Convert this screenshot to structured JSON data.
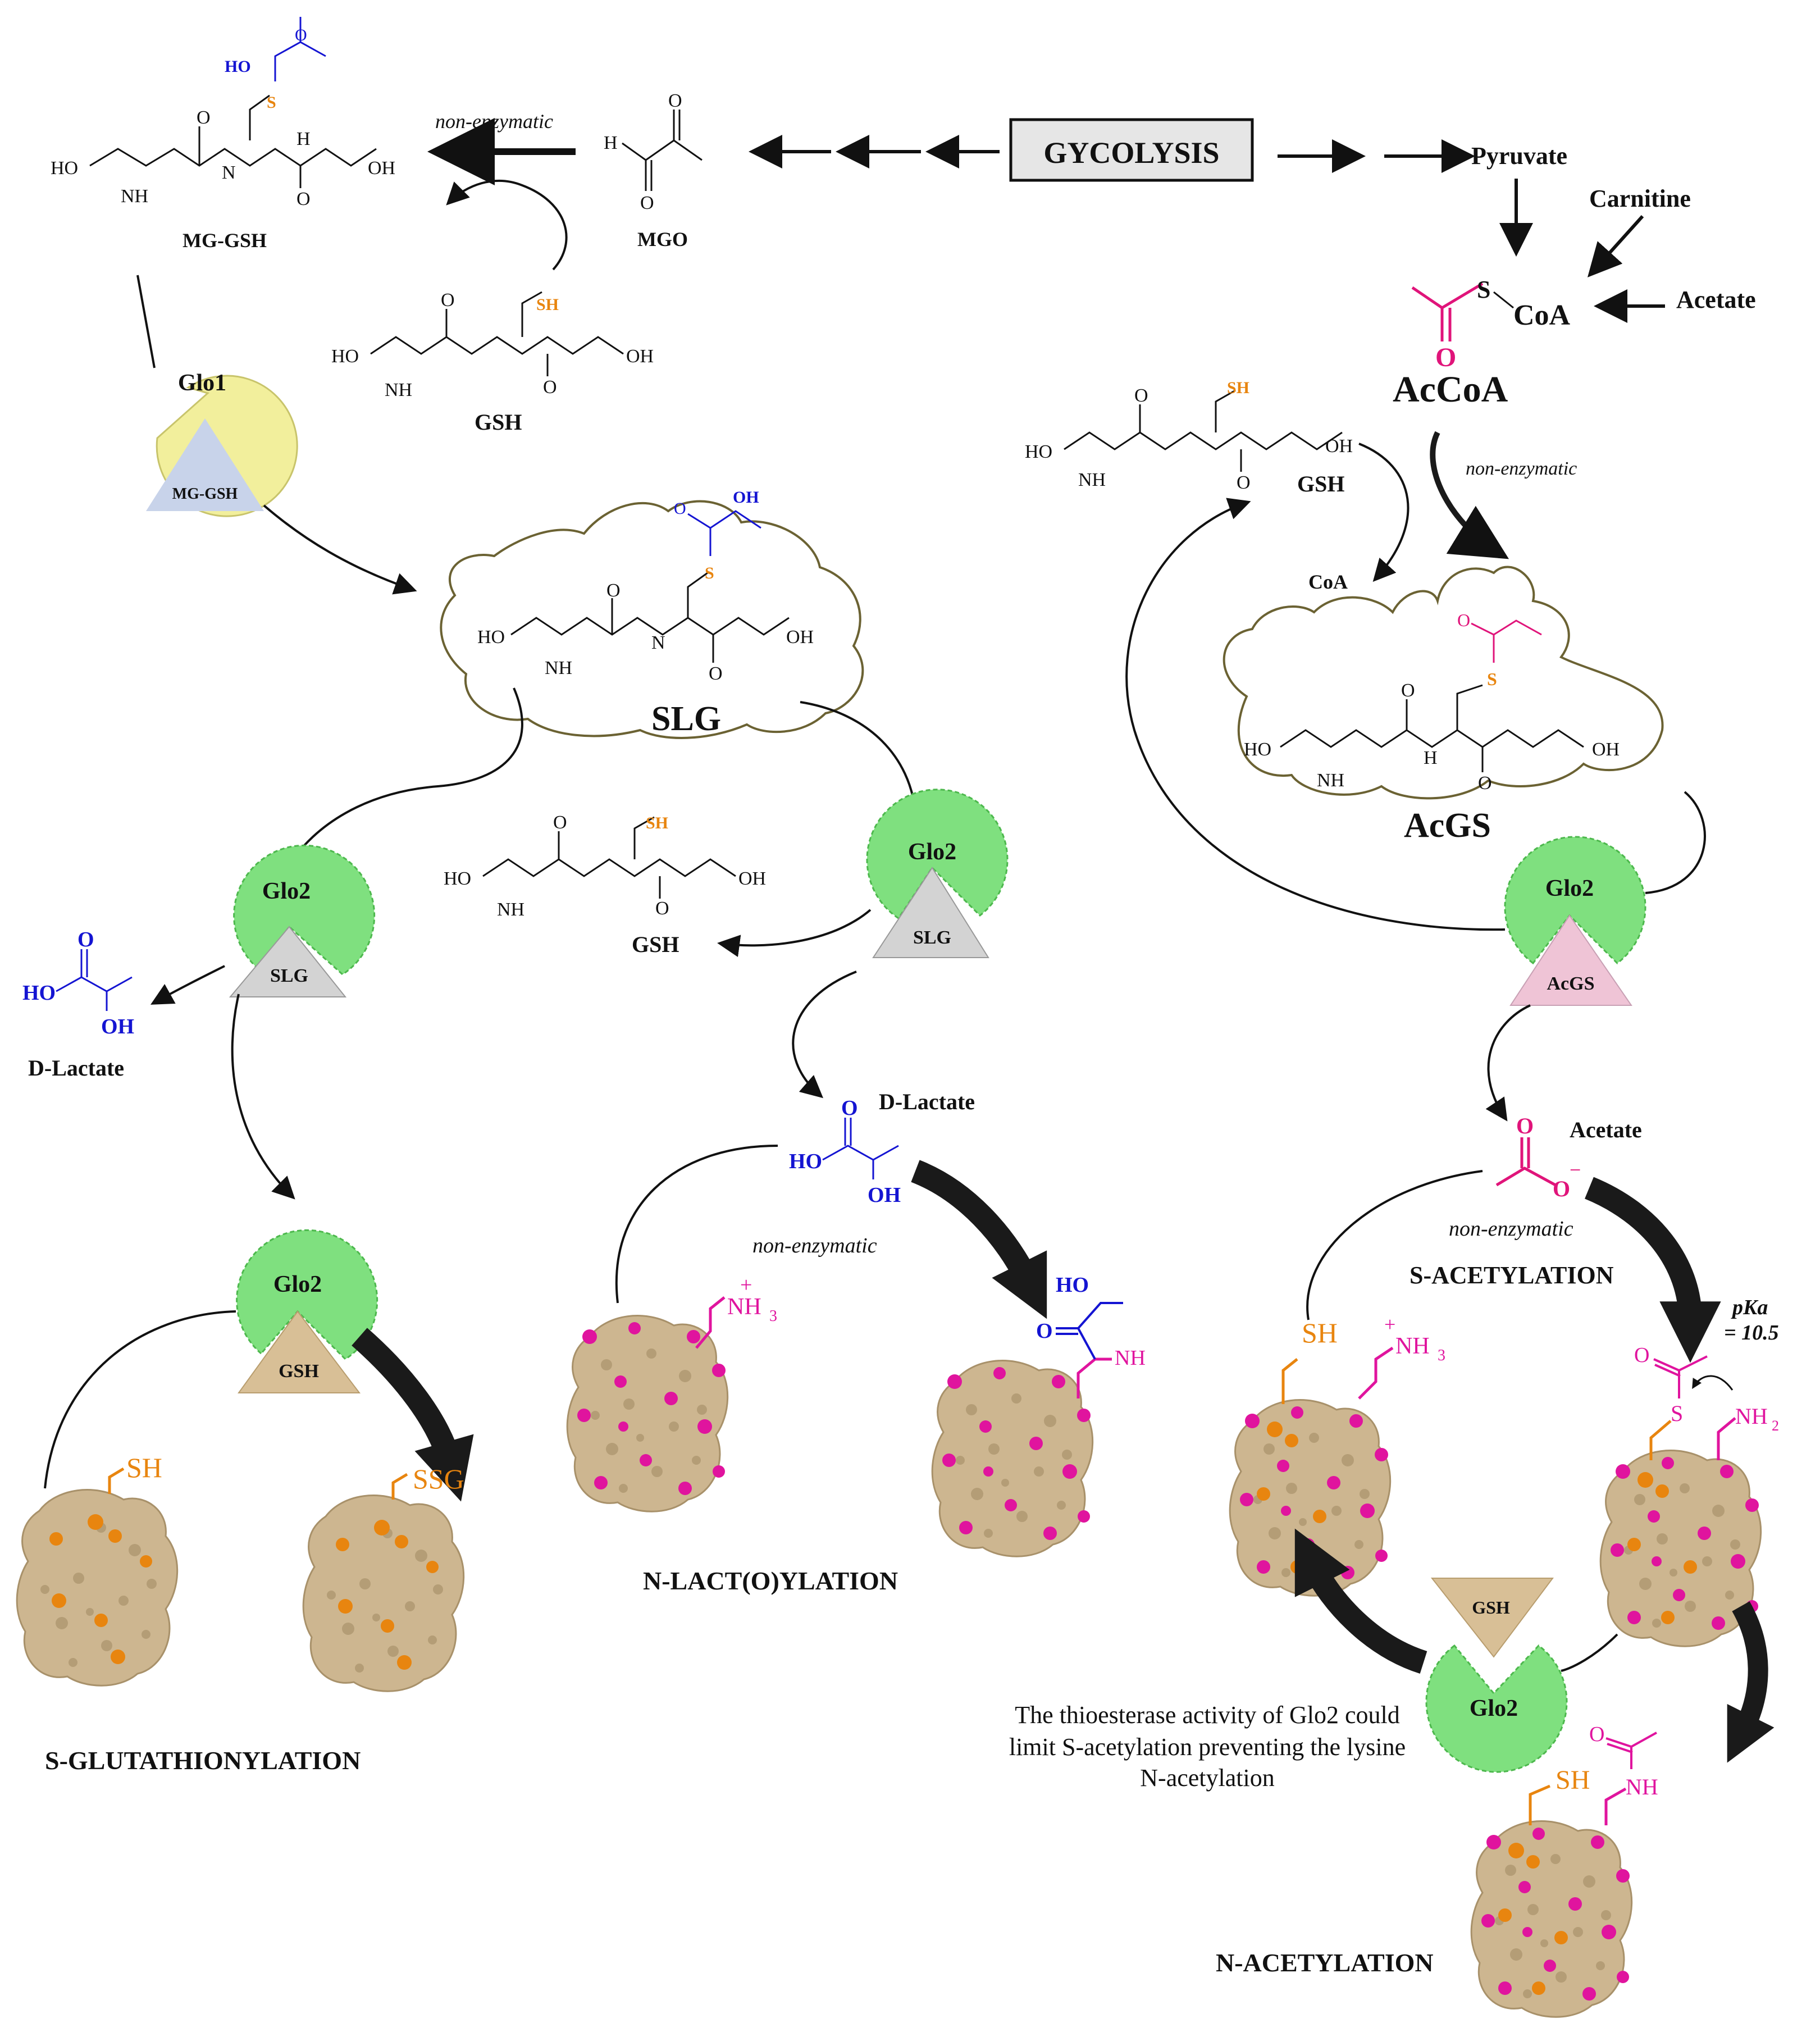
{
  "colors": {
    "glo1_circle": "#f2ef9c",
    "glo2_circle": "#7fe07f",
    "substrate_mggsh": "#c8d3ea",
    "substrate_slg": "#d3d3d3",
    "substrate_gsh": "#d8bf96",
    "substrate_acgs": "#efc4d6",
    "protein": "#cdb690",
    "cysteine_orange": "#e8850f",
    "lysine_magenta": "#e0149e",
    "lactate_blue": "#1414d2",
    "acetyl_pink": "#e0147a",
    "glycolysis_box": "#e6e6e6"
  },
  "icons": [
    "glo1-enzyme-icon",
    "glo2-enzyme-icon",
    "protein-surface-icon",
    "cloud-outline-icon"
  ],
  "header": {
    "glycolysis": "GYCOLYSIS",
    "pyruvate": "Pyruvate",
    "carnitine": "Carnitine",
    "acetate": "Acetate",
    "coa_s": "S",
    "coa": "CoA",
    "coa_o": "O",
    "accoa": "AcCoA",
    "mgo": "MGO",
    "mggsh": "MG-GSH",
    "non_enzymatic": "non-enzymatic"
  },
  "molecules": {
    "gsh": "GSH",
    "ho": "HO",
    "oh": "OH",
    "nh2": "NH",
    "sub2": "2",
    "nh": "N",
    "h": "H",
    "o": "O",
    "s": "S",
    "sh": "SH",
    "coa_release": "CoA",
    "d_lactate": "D-Lactate",
    "acetate": "Acetate",
    "mgo_h": "H"
  },
  "enzymes": {
    "glo1": "Glo1",
    "glo2": "Glo2",
    "mggsh": "MG-GSH",
    "slg": "SLG",
    "gsh": "GSH",
    "acgs": "AcGS"
  },
  "complexes": {
    "slg": "SLG",
    "acgs": "AcGS"
  },
  "processes": {
    "s_glutathionylation": "S-GLUTATHIONYLATION",
    "n_lactoylation": "N-LACT(O)YLATION",
    "s_acetylation": "S-ACETYLATION",
    "n_acetylation": "N-ACETYLATION",
    "non_enzymatic": "non-enzymatic",
    "pka": "pKa",
    "pka_value": "= 10.5"
  },
  "protein_labels": {
    "sh": "SH",
    "ssg": "SSG",
    "nh3": "NH",
    "nh3_sub": "3",
    "plus": "+",
    "nh": "NH",
    "nh2": "NH",
    "nh2_sub": "2",
    "ho": "HO",
    "o": "O",
    "s": "S",
    "minus": "−"
  },
  "note": {
    "line1": "The thioesterase activity of Glo2 could",
    "line2": "limit  S-acetylation preventing the lysine",
    "line3": "N-acetylation"
  }
}
